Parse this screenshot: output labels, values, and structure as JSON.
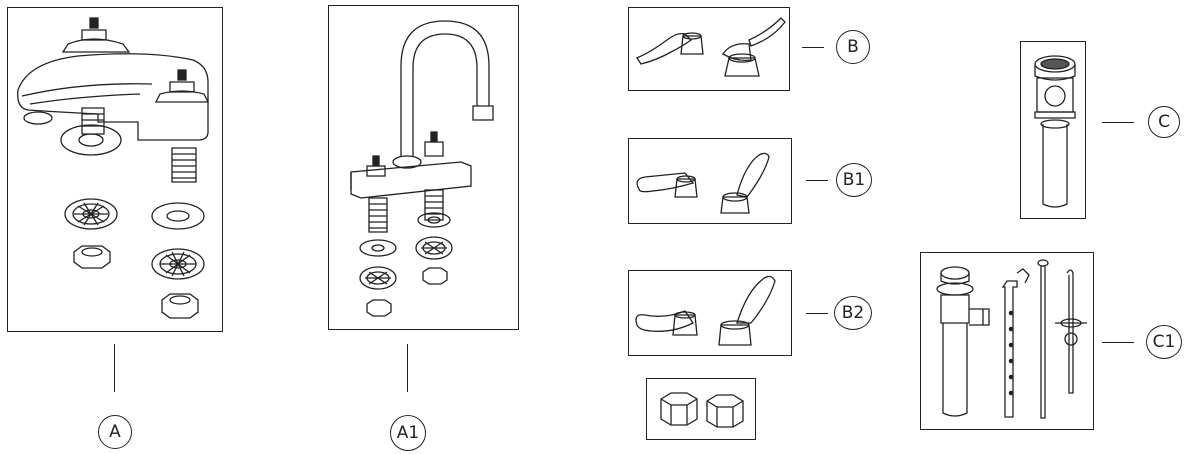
{
  "figure": {
    "callouts": {
      "A": "A",
      "A1": "A1",
      "B": "B",
      "B1": "B1",
      "B2": "B2",
      "C": "C",
      "C1": "C1"
    },
    "panels": [
      {
        "id": "A",
        "depicts": "faucet-body-low-spout-with-mounting-hardware"
      },
      {
        "id": "A1",
        "depicts": "gooseneck-faucet-with-mounting-hardware"
      },
      {
        "id": "B",
        "depicts": "lever-handles"
      },
      {
        "id": "B1",
        "depicts": "wristblade-handles-short"
      },
      {
        "id": "B2",
        "depicts": "wristblade-handles-long"
      },
      {
        "id": "nuts",
        "depicts": "coupling-nuts"
      },
      {
        "id": "C",
        "depicts": "grid-strainer-drain"
      },
      {
        "id": "C1",
        "depicts": "pop-up-drain-assembly"
      }
    ],
    "line_color": "#222222"
  }
}
